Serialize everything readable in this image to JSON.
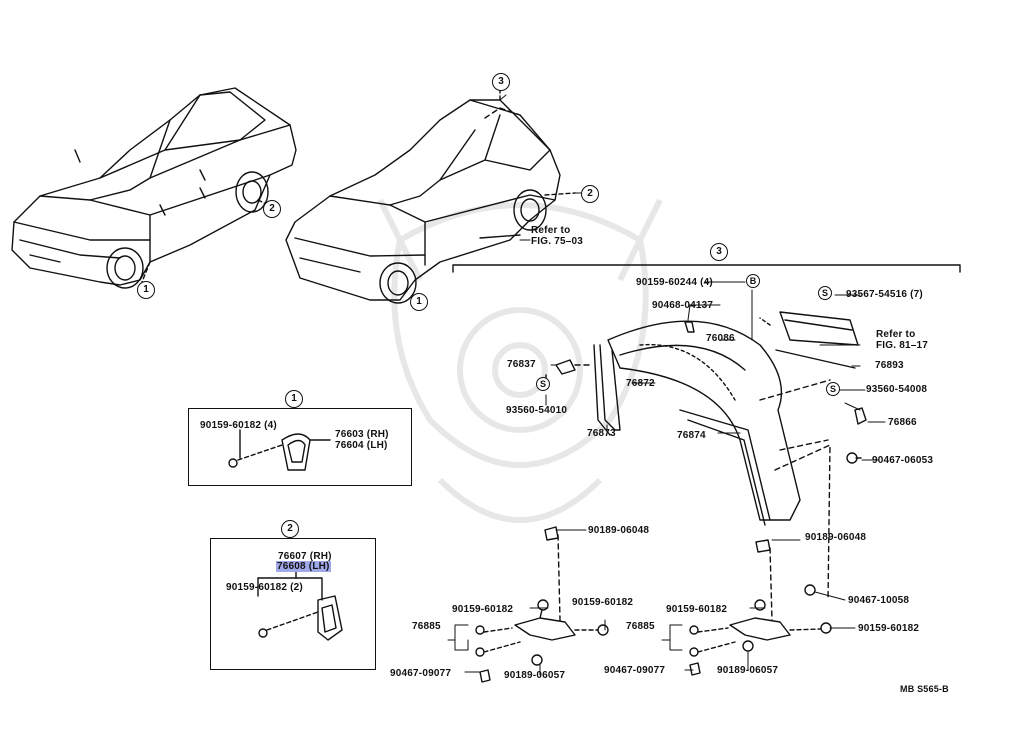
{
  "callouts": {
    "c1": "1",
    "c2": "2",
    "c3": "3",
    "sym_b": "B",
    "sym_s": "S"
  },
  "refs": {
    "fig75": [
      "Refer to",
      "FIG. 75–03"
    ],
    "fig81": [
      "Refer to",
      "FIG. 81–17"
    ]
  },
  "box1": {
    "clip": "90159-60182 (4)",
    "rh": "76603 (RH)",
    "lh": "76604 (LH)"
  },
  "box2": {
    "rh": "76607 (RH)",
    "lh": "76608 (LH)",
    "clip": "90159-60182 (2)"
  },
  "parts": {
    "p90159_60244": "90159-60244 (4)",
    "p90468_04137": "90468-04137",
    "p93567_54516": "93567-54516 (7)",
    "p76086": "76086",
    "p76837": "76837",
    "p76872": "76872",
    "p93560_54010": "93560-54010",
    "p76873": "76873",
    "p76874": "76874",
    "p76893": "76893",
    "p93560_54008": "93560-54008",
    "p76866": "76866",
    "p90467_06053": "90467-06053",
    "p90189_06048_a": "90189-06048",
    "p90189_06048_b": "90189-06048",
    "p90467_10058": "90467-10058",
    "p90159_60182_a": "90159-60182",
    "p90159_60182_b": "90159-60182",
    "p90159_60182_c": "90159-60182",
    "p90159_60182_d": "90159-60182",
    "p76885_a": "76885",
    "p76885_b": "76885",
    "p90467_09077_a": "90467-09077",
    "p90467_09077_b": "90467-09077",
    "p90189_06057_a": "90189-06057",
    "p90189_06057_b": "90189-06057"
  },
  "footer": "MB S565-B",
  "colors": {
    "highlight": "#9fa8e8",
    "ink": "#111111"
  }
}
